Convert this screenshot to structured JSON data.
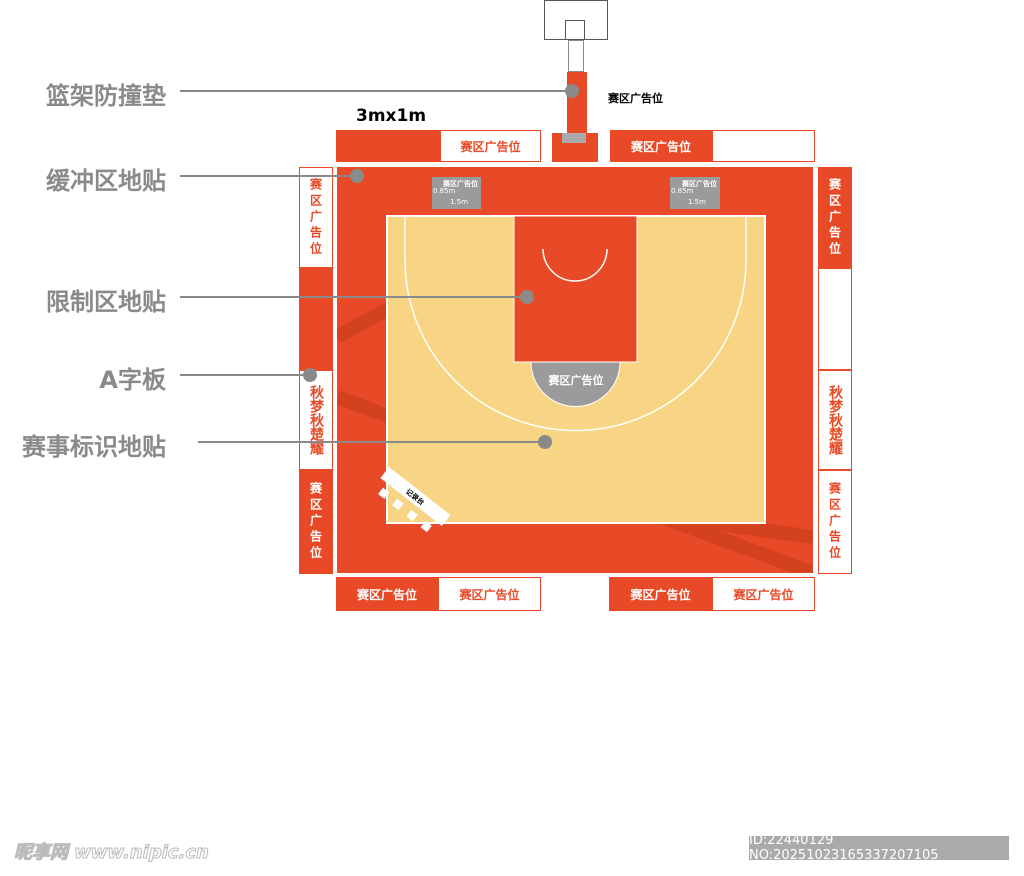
{
  "labels": {
    "pad": "篮架防撞垫",
    "buffer": "缓冲区地贴",
    "key": "限制区地贴",
    "aframe": "A字板",
    "event": "赛事标识地贴"
  },
  "ad": "赛区广告位",
  "size": "3mx1m",
  "sign": {
    "title": "赛区广告位",
    "h": "0.85m",
    "w": "1.5m"
  },
  "scorer": "记录台",
  "logo_text": "秋梦秋楚耀",
  "watermark": "昵享网 www.nipic.cn",
  "id": "ID:22440129 NO:20251023165337207105",
  "colors": {
    "orange": "#e84a27",
    "court": "#f7d584",
    "gray": "#9b9b9b"
  }
}
